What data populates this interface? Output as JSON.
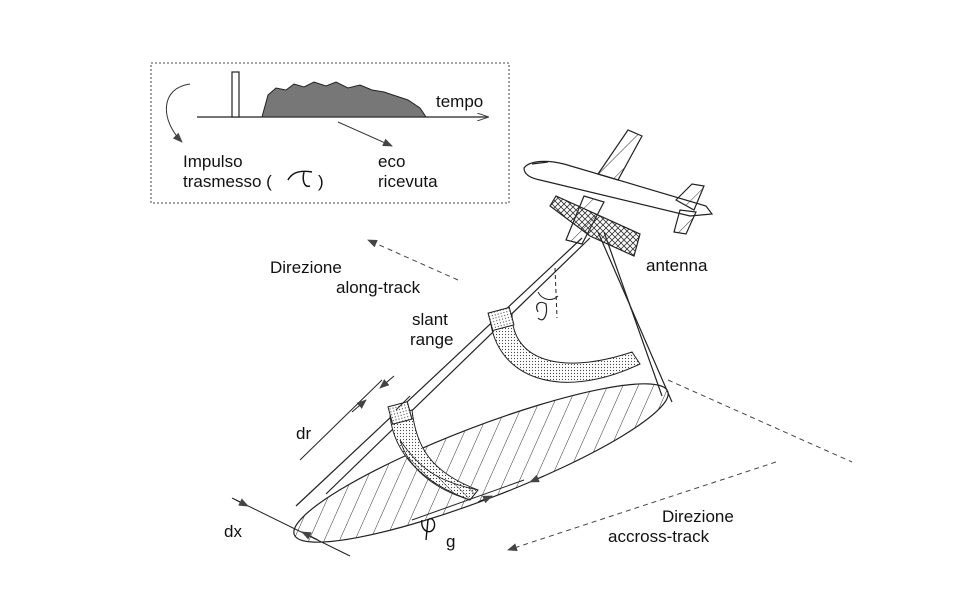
{
  "inset": {
    "time_label": "tempo",
    "pulse_label_line1": "Impulso",
    "pulse_label_line2": "trasmesso (",
    "pulse_label_close": ")",
    "echo_label_line1": "eco",
    "echo_label_line2": "ricevuta"
  },
  "labels": {
    "along_track_line1": "Direzione",
    "along_track_line2": "along-track",
    "antenna": "antenna",
    "slant_line1": "slant",
    "slant_line2": "range",
    "dr": "dr",
    "dx": "dx",
    "rho_g_sub": "g",
    "across_track_line1": "Direzione",
    "across_track_line2": "accross-track"
  },
  "colors": {
    "line": "#222222",
    "fill_dark": "#666666",
    "hatch": "#333333"
  }
}
